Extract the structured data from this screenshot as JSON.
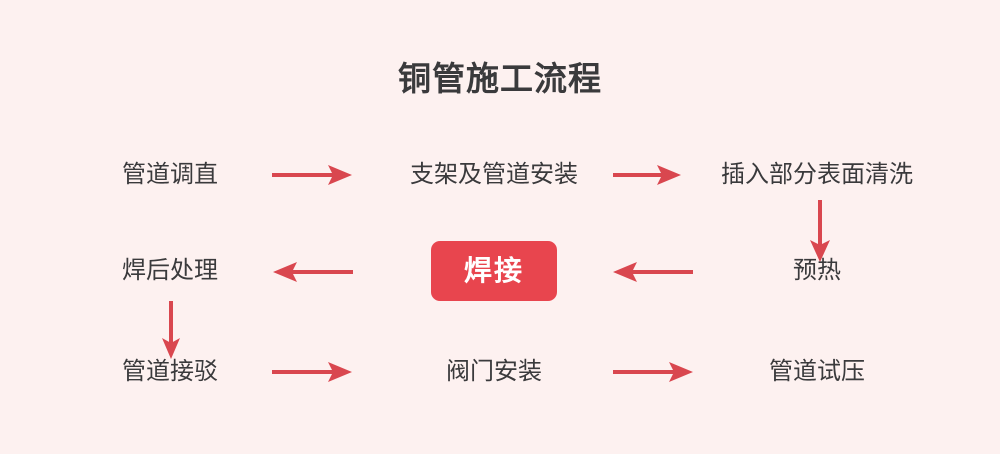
{
  "title": "铜管施工流程",
  "colors": {
    "background": "#fdf1f0",
    "text": "#3a3a3c",
    "accent": "#e8454e",
    "arrow": "#d9474f",
    "highlight_text": "#ffffff"
  },
  "chart_data": {
    "type": "diagram",
    "title": "铜管施工流程",
    "layout": "serpentine-grid-3x3",
    "nodes": [
      {
        "id": "n1",
        "label": "管道调直",
        "row": 1,
        "col": 1,
        "order": 1,
        "highlight": false
      },
      {
        "id": "n2",
        "label": "支架及管道安装",
        "row": 1,
        "col": 2,
        "order": 2,
        "highlight": false
      },
      {
        "id": "n3",
        "label": "插入部分表面清洗",
        "row": 1,
        "col": 3,
        "order": 3,
        "highlight": false
      },
      {
        "id": "n4",
        "label": "预热",
        "row": 2,
        "col": 3,
        "order": 4,
        "highlight": false
      },
      {
        "id": "n5",
        "label": "焊接",
        "row": 2,
        "col": 2,
        "order": 5,
        "highlight": true
      },
      {
        "id": "n6",
        "label": "焊后处理",
        "row": 2,
        "col": 1,
        "order": 6,
        "highlight": false
      },
      {
        "id": "n7",
        "label": "管道接驳",
        "row": 3,
        "col": 1,
        "order": 7,
        "highlight": false
      },
      {
        "id": "n8",
        "label": "阀门安装",
        "row": 3,
        "col": 2,
        "order": 8,
        "highlight": false
      },
      {
        "id": "n9",
        "label": "管道试压",
        "row": 3,
        "col": 3,
        "order": 9,
        "highlight": false
      }
    ],
    "edges": [
      {
        "from": "n1",
        "to": "n2",
        "direction": "right"
      },
      {
        "from": "n2",
        "to": "n3",
        "direction": "right"
      },
      {
        "from": "n3",
        "to": "n4",
        "direction": "down"
      },
      {
        "from": "n4",
        "to": "n5",
        "direction": "left"
      },
      {
        "from": "n5",
        "to": "n6",
        "direction": "left"
      },
      {
        "from": "n6",
        "to": "n7",
        "direction": "down"
      },
      {
        "from": "n7",
        "to": "n8",
        "direction": "right"
      },
      {
        "from": "n8",
        "to": "n9",
        "direction": "right"
      }
    ]
  }
}
